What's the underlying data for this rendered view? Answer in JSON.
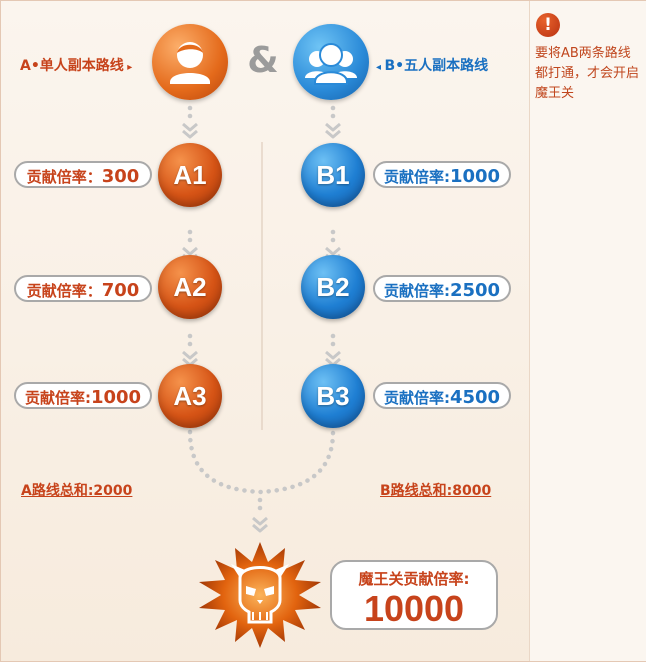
{
  "notice": {
    "text": "要将AB两条路线都打通，才会开启魔王关",
    "icon": "exclamation-icon",
    "icon_glyph": "!"
  },
  "route_a": {
    "title": "A•单人副本路线",
    "nodes": [
      {
        "id": "A1",
        "label": "贡献倍率：",
        "value": "300"
      },
      {
        "id": "A2",
        "label": "贡献倍率：",
        "value": "700"
      },
      {
        "id": "A3",
        "label": "贡献倍率:",
        "value": "1000"
      }
    ],
    "total": "A路线总和:2000"
  },
  "route_b": {
    "title": "B•五人副本路线",
    "nodes": [
      {
        "id": "B1",
        "label": "贡献倍率:",
        "value": "1000"
      },
      {
        "id": "B2",
        "label": "贡献倍率:",
        "value": "2500"
      },
      {
        "id": "B3",
        "label": "贡献倍率:",
        "value": "4500"
      }
    ],
    "total": "B路线总和:8000"
  },
  "ampersand": "&",
  "boss": {
    "label": "魔王关贡献倍率:",
    "value": "10000"
  },
  "colors": {
    "orange_accent": "#d65416",
    "blue_accent": "#1f7fd3",
    "text_red": "#c7431b",
    "text_blue": "#1a70c1"
  }
}
